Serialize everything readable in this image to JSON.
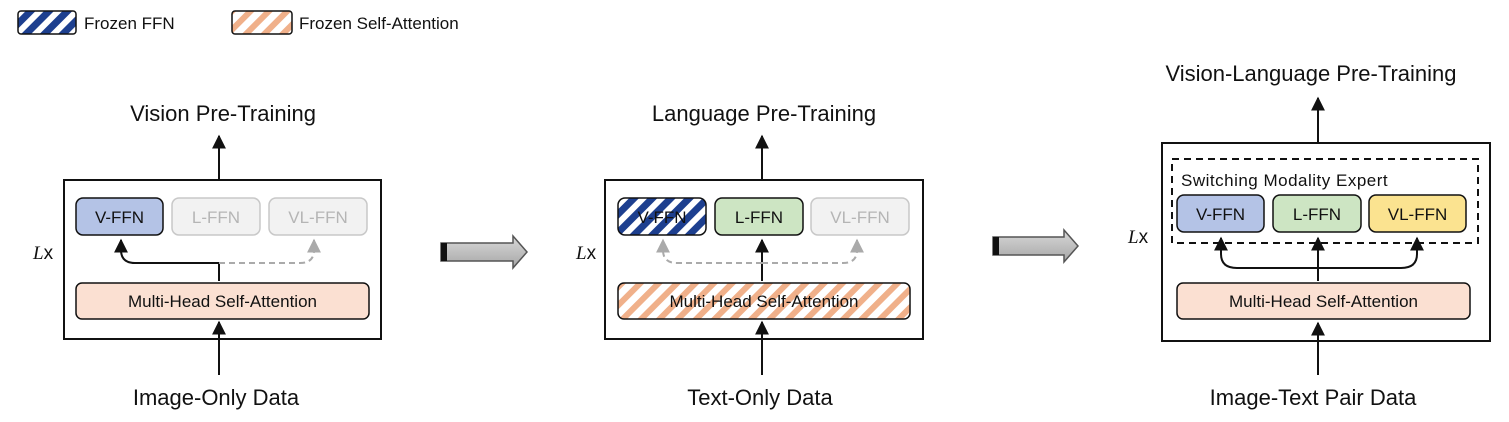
{
  "legend": {
    "frozen_ffn": "Frozen FFN",
    "frozen_self_attention": "Frozen Self-Attention"
  },
  "panels": [
    {
      "title": "Vision Pre-Training",
      "input": "Image-Only Data",
      "repeat": "Lx",
      "experts": [
        "V-FFN",
        "L-FFN",
        "VL-FFN"
      ],
      "attention": "Multi-Head Self-Attention"
    },
    {
      "title": "Language Pre-Training",
      "input": "Text-Only Data",
      "repeat": "Lx",
      "experts": [
        "V-FFN",
        "L-FFN",
        "VL-FFN"
      ],
      "attention": "Multi-Head Self-Attention"
    },
    {
      "title": "Vision-Language Pre-Training",
      "input": "Image-Text Pair Data",
      "repeat": "Lx",
      "group_label": "Switching Modality Expert",
      "experts": [
        "V-FFN",
        "L-FFN",
        "VL-FFN"
      ],
      "attention": "Multi-Head Self-Attention"
    }
  ],
  "colors": {
    "v_ffn": "#b4c3e6",
    "l_ffn": "#cde5c3",
    "vl_ffn": "#fbe390",
    "attention": "#fbe0d2",
    "inactive": "#f2f2f2",
    "frozen_ffn_stripe": "#1d3f8f",
    "frozen_attention_stripe": "#f0b08a"
  }
}
